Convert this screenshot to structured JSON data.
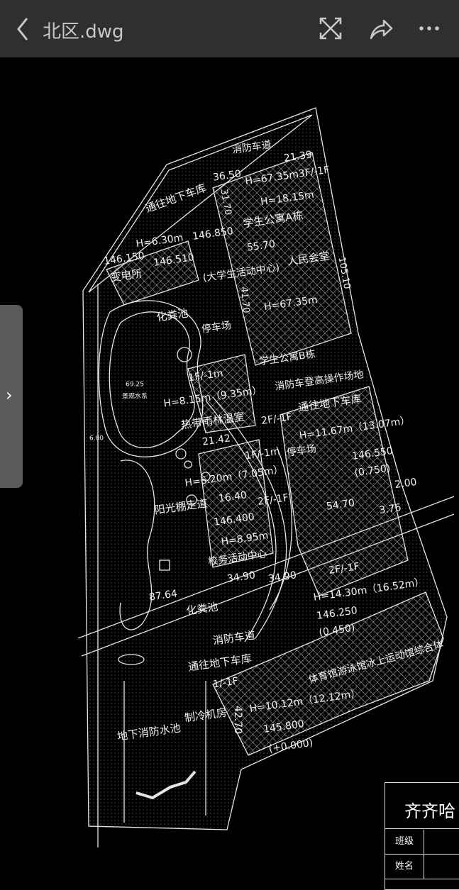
{
  "header": {
    "title": "北区.dwg",
    "back_icon": "chevron-left-icon",
    "actions": [
      "fullscreen-icon",
      "share-icon",
      "more-icon"
    ]
  },
  "side_tab": {
    "glyph": "›"
  },
  "colors": {
    "topbar": "#2f2f2f",
    "canvas": "#000000",
    "lines": "#e6e6e6"
  },
  "labels": [
    "消防车道",
    "21.39",
    "36.50",
    "H=67.35m3F/-1F",
    "H=18.15m",
    "通往地下车库",
    "31.70",
    "学生公寓A栋",
    "146.850",
    "55.70",
    "人民会堂",
    "(大学生活动中心)",
    "105.10",
    "41.70",
    "H=67.35m",
    "146.150",
    "H=6.30m",
    "146.510",
    "变电所",
    "化粪池",
    "停车场",
    "69.25",
    "景观水系",
    "学生公寓B栋",
    "1F/-1m",
    "H=8.15m（9.35m）",
    "热带雨林温室",
    "21.42",
    "消防车登高操作场地",
    "通往地下车库",
    "2F/-1F",
    "H=11.67m（13.07m）",
    "1F/-1m",
    "H=6.20m（7.05m）",
    "停车场",
    "16.40",
    "146.550",
    "(0.750)",
    "2.00",
    "54.70",
    "3.76",
    "阳光棚走道",
    "146.400",
    "2F/-1F",
    "H=8.95m",
    "校务活动中心",
    "34.90",
    "34.90",
    "87.64",
    "化粪池",
    "2F/-1F",
    "H=14.30m（16.52m）",
    "146.250",
    "(0.450)",
    "消防车道",
    "通往地下车库",
    "体育馆游泳馆冰上运动馆综合体",
    "1/-1F",
    "H=10.12m（12.12m）",
    "42.70",
    "145.800",
    "(+0.000)",
    "地下消防水池",
    "制冷机房",
    "6.00"
  ],
  "title_block": {
    "title": "齐齐哈",
    "rows": [
      "班级",
      "姓名"
    ]
  }
}
